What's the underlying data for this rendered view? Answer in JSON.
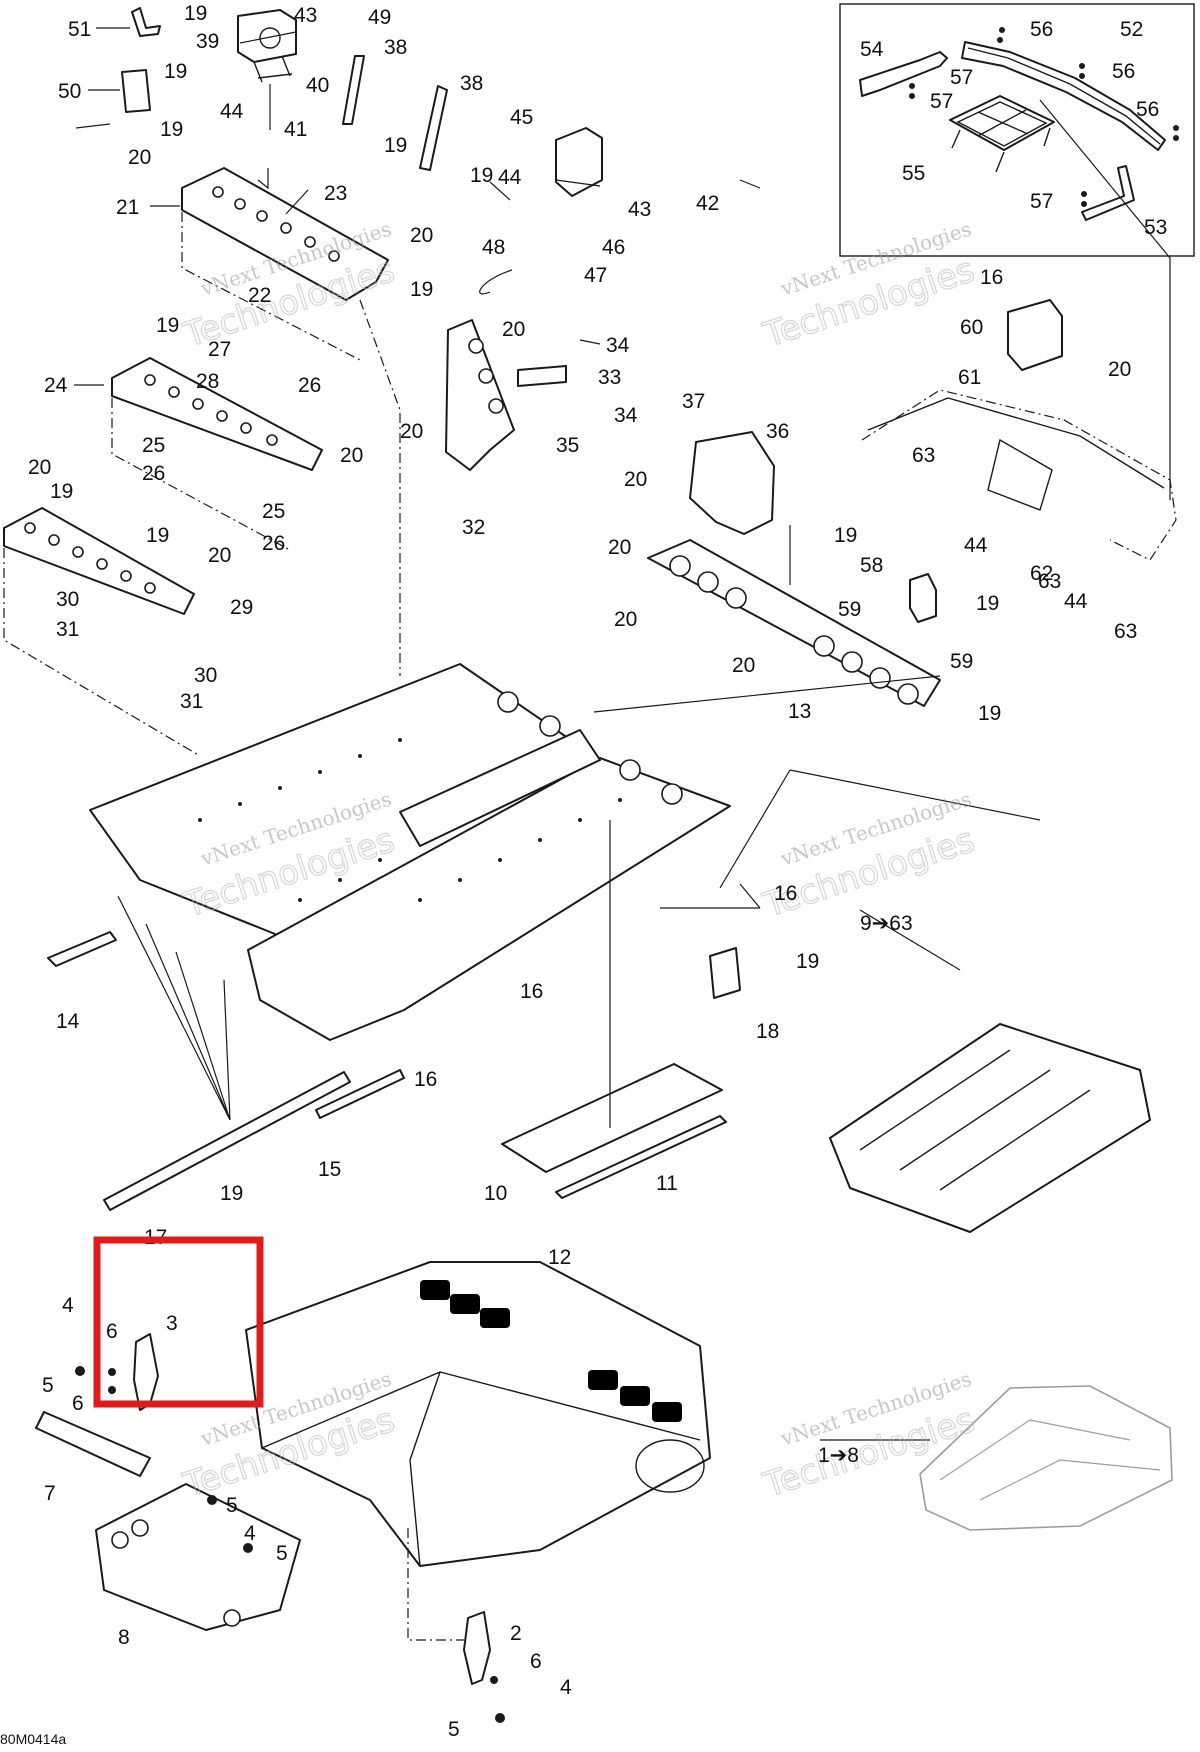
{
  "diagram": {
    "code": "80M0414a",
    "highlight_color": "#e01b1b",
    "watermark": {
      "line1": "vNext Technologies",
      "line2": "Technologies"
    },
    "callouts": [
      {
        "id": "c51",
        "text": "51"
      },
      {
        "id": "c19a",
        "text": "19"
      },
      {
        "id": "c39",
        "text": "39"
      },
      {
        "id": "c43a",
        "text": "43"
      },
      {
        "id": "c49",
        "text": "49"
      },
      {
        "id": "c50",
        "text": "50"
      },
      {
        "id": "c19b",
        "text": "19"
      },
      {
        "id": "c38a",
        "text": "38"
      },
      {
        "id": "c44a",
        "text": "44"
      },
      {
        "id": "c40",
        "text": "40"
      },
      {
        "id": "c19c",
        "text": "19"
      },
      {
        "id": "c41",
        "text": "41"
      },
      {
        "id": "c38b",
        "text": "38"
      },
      {
        "id": "c45",
        "text": "45"
      },
      {
        "id": "c19d",
        "text": "19"
      },
      {
        "id": "c20a",
        "text": "20"
      },
      {
        "id": "c19e",
        "text": "19"
      },
      {
        "id": "c21",
        "text": "21"
      },
      {
        "id": "c23",
        "text": "23"
      },
      {
        "id": "c44b",
        "text": "44"
      },
      {
        "id": "c43b",
        "text": "43"
      },
      {
        "id": "c42",
        "text": "42"
      },
      {
        "id": "c20b",
        "text": "20"
      },
      {
        "id": "c48",
        "text": "48"
      },
      {
        "id": "c46",
        "text": "46"
      },
      {
        "id": "c47",
        "text": "47"
      },
      {
        "id": "c22",
        "text": "22"
      },
      {
        "id": "c19f",
        "text": "19"
      },
      {
        "id": "c20c",
        "text": "20"
      },
      {
        "id": "c19g",
        "text": "19"
      },
      {
        "id": "c34a",
        "text": "34"
      },
      {
        "id": "c27",
        "text": "27"
      },
      {
        "id": "c33",
        "text": "33"
      },
      {
        "id": "c24",
        "text": "24"
      },
      {
        "id": "c28",
        "text": "28"
      },
      {
        "id": "c26a",
        "text": "26"
      },
      {
        "id": "c34b",
        "text": "34"
      },
      {
        "id": "c20d",
        "text": "20"
      },
      {
        "id": "c35",
        "text": "35"
      },
      {
        "id": "c25a",
        "text": "25"
      },
      {
        "id": "c20e",
        "text": "20"
      },
      {
        "id": "c26b",
        "text": "26"
      },
      {
        "id": "c20f",
        "text": "20"
      },
      {
        "id": "c19h",
        "text": "19"
      },
      {
        "id": "c25b",
        "text": "25"
      },
      {
        "id": "c26c",
        "text": "26"
      },
      {
        "id": "c32",
        "text": "32"
      },
      {
        "id": "c19i",
        "text": "19"
      },
      {
        "id": "c20g",
        "text": "20"
      },
      {
        "id": "c30a",
        "text": "30"
      },
      {
        "id": "c29",
        "text": "29"
      },
      {
        "id": "c31a",
        "text": "31"
      },
      {
        "id": "c30b",
        "text": "30"
      },
      {
        "id": "c31b",
        "text": "31"
      },
      {
        "id": "c37",
        "text": "37"
      },
      {
        "id": "c36",
        "text": "36"
      },
      {
        "id": "c20h",
        "text": "20"
      },
      {
        "id": "c20i",
        "text": "20"
      },
      {
        "id": "c19j",
        "text": "19"
      },
      {
        "id": "c20j",
        "text": "20"
      },
      {
        "id": "c20k",
        "text": "20"
      },
      {
        "id": "c13",
        "text": "13"
      },
      {
        "id": "c19k",
        "text": "19"
      },
      {
        "id": "c54",
        "text": "54"
      },
      {
        "id": "c56a",
        "text": "56"
      },
      {
        "id": "c52",
        "text": "52"
      },
      {
        "id": "c57a",
        "text": "57"
      },
      {
        "id": "c56b",
        "text": "56"
      },
      {
        "id": "c57b",
        "text": "57"
      },
      {
        "id": "c56c",
        "text": "56"
      },
      {
        "id": "c55",
        "text": "55"
      },
      {
        "id": "c57c",
        "text": "57"
      },
      {
        "id": "c53",
        "text": "53"
      },
      {
        "id": "c16a",
        "text": "16"
      },
      {
        "id": "c60",
        "text": "60"
      },
      {
        "id": "c20l",
        "text": "20"
      },
      {
        "id": "c61",
        "text": "61"
      },
      {
        "id": "c63a",
        "text": "63"
      },
      {
        "id": "c44c",
        "text": "44"
      },
      {
        "id": "c62",
        "text": "62"
      },
      {
        "id": "c63b",
        "text": "63"
      },
      {
        "id": "c58",
        "text": "58"
      },
      {
        "id": "c19l",
        "text": "19"
      },
      {
        "id": "c59a",
        "text": "59"
      },
      {
        "id": "c59b",
        "text": "59"
      },
      {
        "id": "c44d",
        "text": "44"
      },
      {
        "id": "c63c",
        "text": "63"
      },
      {
        "id": "c16b",
        "text": "16"
      },
      {
        "id": "c9to63",
        "text": "9➔63"
      },
      {
        "id": "c14",
        "text": "14"
      },
      {
        "id": "c16c",
        "text": "16"
      },
      {
        "id": "c19m",
        "text": "19"
      },
      {
        "id": "c18",
        "text": "18"
      },
      {
        "id": "c16d",
        "text": "16"
      },
      {
        "id": "c15",
        "text": "15"
      },
      {
        "id": "c19n",
        "text": "19"
      },
      {
        "id": "c10",
        "text": "10"
      },
      {
        "id": "c11",
        "text": "11"
      },
      {
        "id": "c17",
        "text": "17"
      },
      {
        "id": "c12",
        "text": "12"
      },
      {
        "id": "c4a",
        "text": "4"
      },
      {
        "id": "c6a",
        "text": "6"
      },
      {
        "id": "c3",
        "text": "3"
      },
      {
        "id": "c5a",
        "text": "5"
      },
      {
        "id": "c6b",
        "text": "6"
      },
      {
        "id": "c7",
        "text": "7"
      },
      {
        "id": "c1to8",
        "text": "1➔8"
      },
      {
        "id": "c5b",
        "text": "5"
      },
      {
        "id": "c4b",
        "text": "4"
      },
      {
        "id": "c5c",
        "text": "5"
      },
      {
        "id": "c8",
        "text": "8"
      },
      {
        "id": "c2",
        "text": "2"
      },
      {
        "id": "c6c",
        "text": "6"
      },
      {
        "id": "c4c",
        "text": "4"
      },
      {
        "id": "c5d",
        "text": "5"
      }
    ]
  }
}
